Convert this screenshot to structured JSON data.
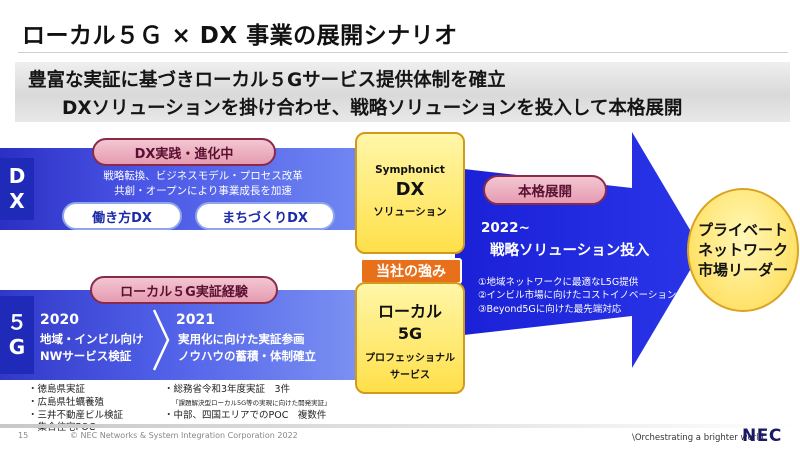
{
  "title": "ローカル５Ｇ × DX 事業の展開シナリオ",
  "banner": {
    "line1": "豊富な実証に基づきローカル５Gサービス提供体制を確立",
    "line2": "DXソリューションを掛け合わせ、戦略ソリューションを投入して本格展開"
  },
  "dx_row": {
    "side_label_1": "D",
    "side_label_2": "X",
    "pill": "DX実践・進化中",
    "text_1": "戦略転換、ビジネスモデル・プロセス改革",
    "text_2": "共創・オープンにより事業成長を加速",
    "chip_1": "働き方DX",
    "chip_2": "まちづくりDX"
  },
  "g5_row": {
    "side_label_1": "５",
    "side_label_2": "G",
    "pill": "ローカル５G実証経験",
    "year_1": "2020",
    "desc_1_line1": "地域・インビル向け",
    "desc_1_line2": "NWサービス検証",
    "year_2": "2021",
    "desc_2_line1": "実用化に向けた実証参画",
    "desc_2_line2": "ノウハウの蓄積・体制確立"
  },
  "symphonict_box": {
    "line1": "Symphonict",
    "line2": "DX",
    "line3": "ソリューション"
  },
  "strength_label": "当社の強み",
  "local5g_box": {
    "line1": "ローカル",
    "line2": "5G",
    "line3": "プロフェッショナル",
    "line4": "サービス"
  },
  "arrow": {
    "pill": "本格展開",
    "year": "2022~",
    "headline": "戦略ソリューション投入",
    "items": [
      "①地域ネットワークに最適なL5G提供",
      "②インビル市場に向けたコストイノベーション",
      "③Beyond5Gに向けた最先端対応"
    ]
  },
  "goal": {
    "line1": "プライベート",
    "line2": "ネットワーク",
    "line3": "市場リーダー"
  },
  "bullets_left": [
    "・徳島県実証",
    "・広島県牡蠣養殖",
    "・三井不動産ビル検証",
    "・集合住宅POC"
  ],
  "bullets_right": {
    "line1": "・総務省令和3年度実証　3件",
    "line2_small": "「課題解決型ローカル5G等の実現に向けた開発実証」",
    "line3": "・中部、四国エリアでのPOC　複数件"
  },
  "footer": {
    "page_number": "15",
    "copyright": "© NEC Networks & System Integration Corporation 2022",
    "tagline": "\\Orchestrating a brighter world",
    "logo": "NEC"
  },
  "colors": {
    "band_blue": "#3a44d4",
    "arrow_blue": "#1c22d8",
    "gold": "#ffe04a",
    "orange": "#e8701a",
    "pink_pill": "#e59bb1"
  }
}
